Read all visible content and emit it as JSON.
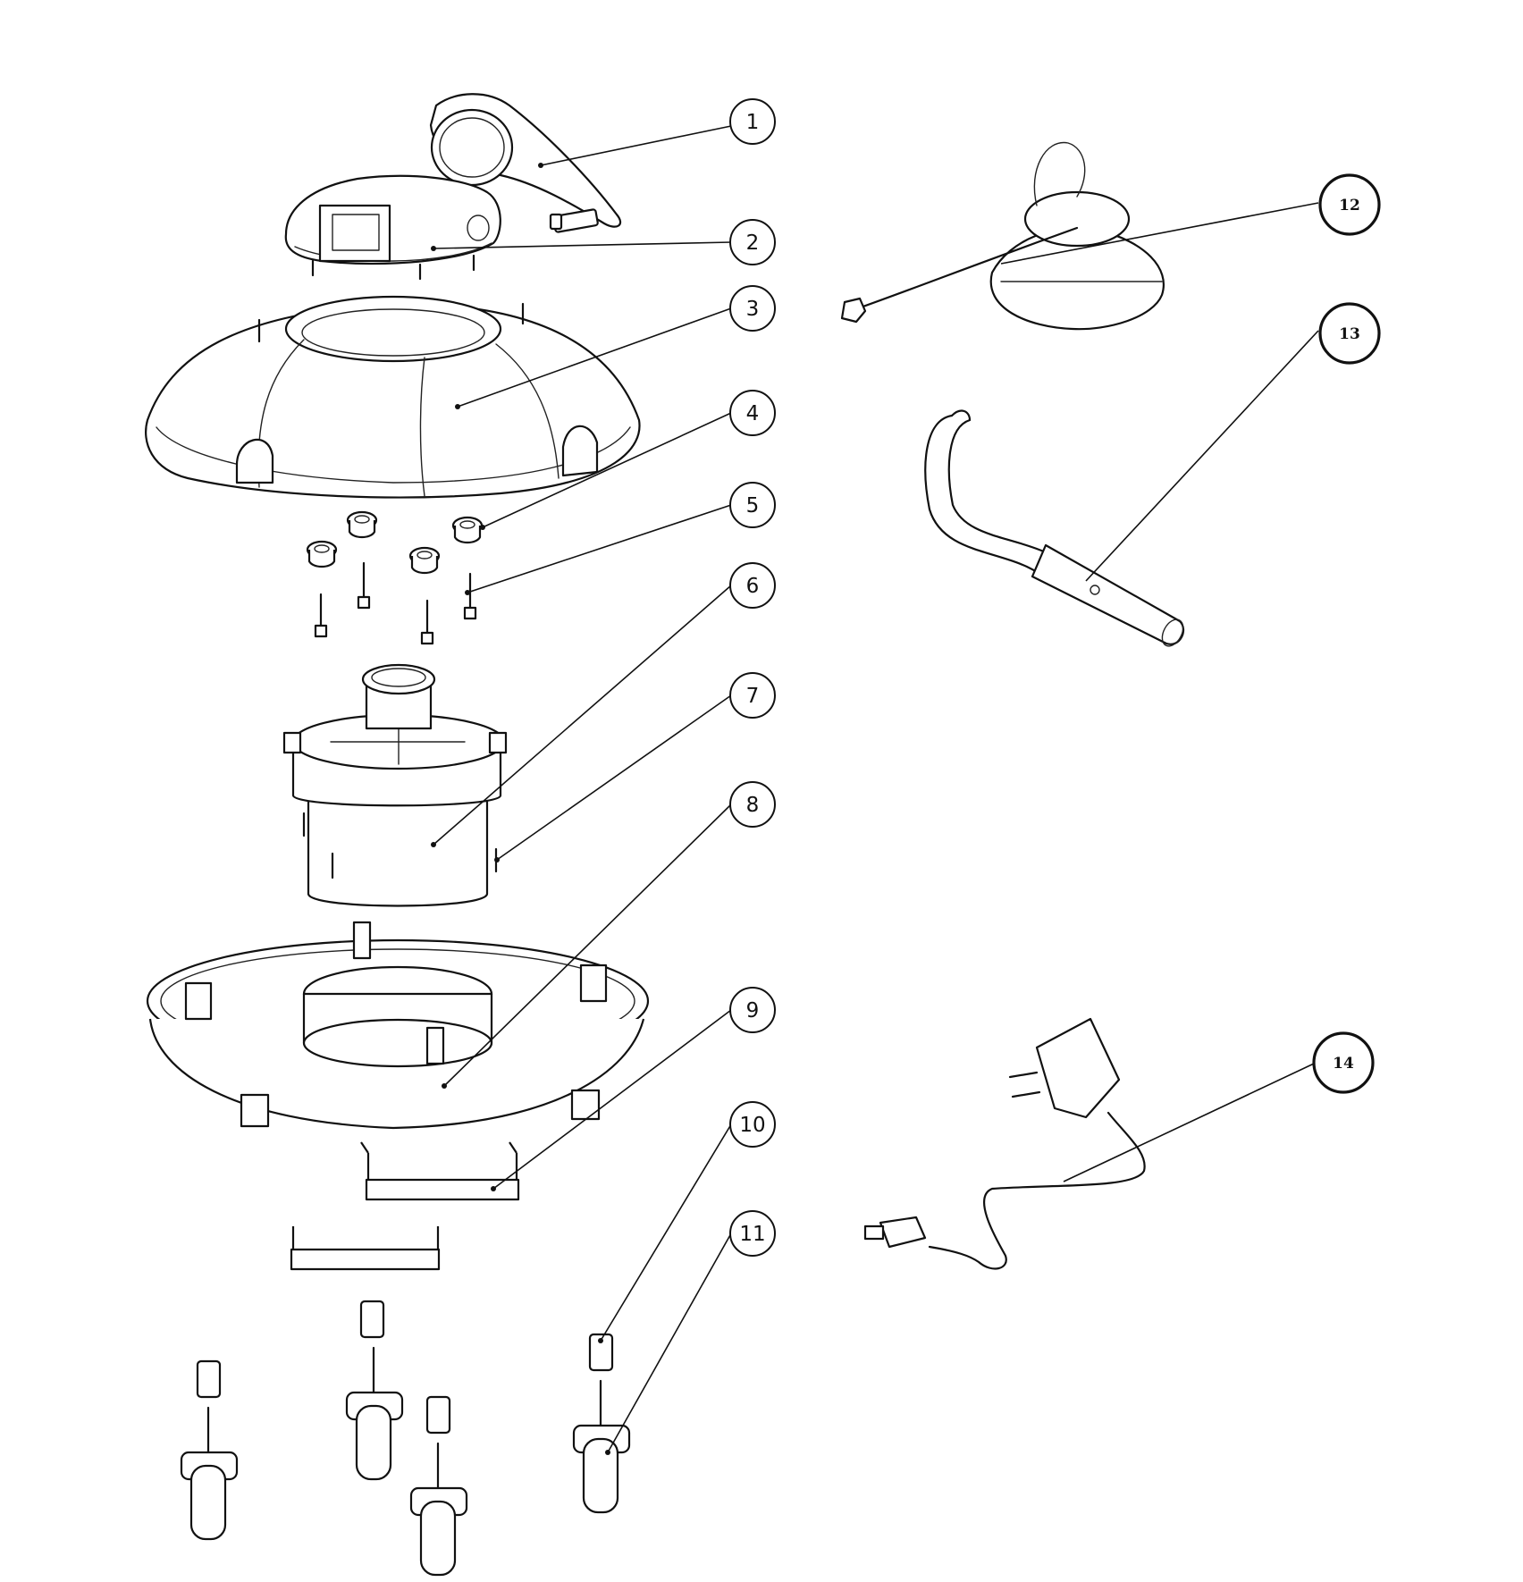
{
  "callouts": [
    {
      "label": "1"
    },
    {
      "label": "2"
    },
    {
      "label": "3"
    },
    {
      "label": "4"
    },
    {
      "label": "5"
    },
    {
      "label": "6"
    },
    {
      "label": "7"
    },
    {
      "label": "8"
    },
    {
      "label": "9"
    },
    {
      "label": "10"
    },
    {
      "label": "11"
    },
    {
      "label": "12"
    },
    {
      "label": "13"
    },
    {
      "label": "14"
    }
  ],
  "colors": {
    "line": "#111111",
    "background": "#ffffff"
  }
}
